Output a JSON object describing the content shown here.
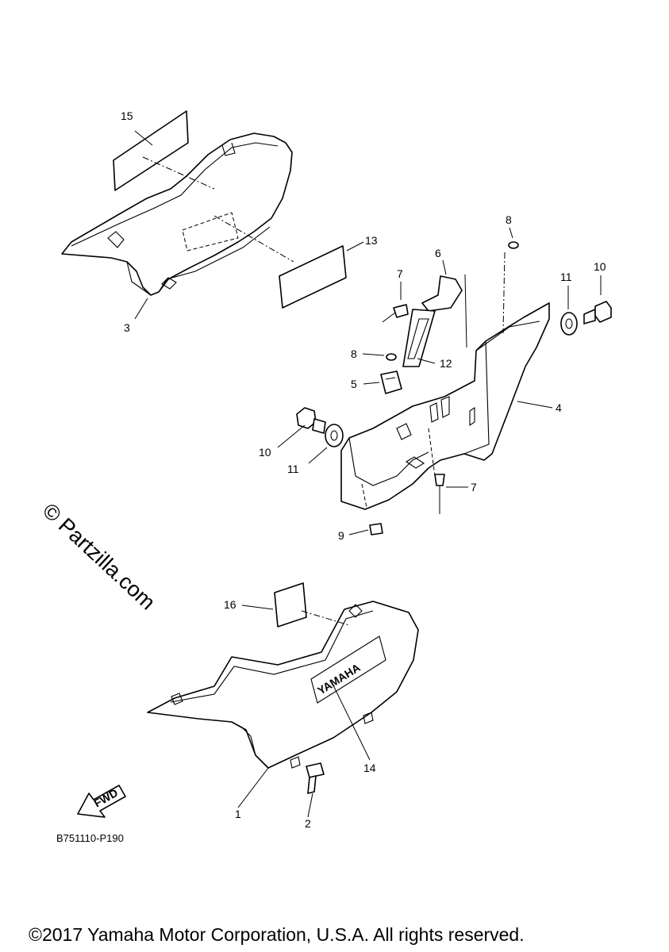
{
  "diagram": {
    "callouts": [
      {
        "id": "c15",
        "text": "15"
      },
      {
        "id": "c3",
        "text": "3"
      },
      {
        "id": "c13",
        "text": "13"
      },
      {
        "id": "c6",
        "text": "6"
      },
      {
        "id": "c7a",
        "text": "7"
      },
      {
        "id": "c8a",
        "text": "8"
      },
      {
        "id": "c11a",
        "text": "11"
      },
      {
        "id": "c10a",
        "text": "10"
      },
      {
        "id": "c8b",
        "text": "8"
      },
      {
        "id": "c12",
        "text": "12"
      },
      {
        "id": "c5",
        "text": "5"
      },
      {
        "id": "c4",
        "text": "4"
      },
      {
        "id": "c10b",
        "text": "10"
      },
      {
        "id": "c11b",
        "text": "11"
      },
      {
        "id": "c7b",
        "text": "7"
      },
      {
        "id": "c9",
        "text": "9"
      },
      {
        "id": "c16",
        "text": "16"
      },
      {
        "id": "c14",
        "text": "14"
      },
      {
        "id": "c1",
        "text": "1"
      },
      {
        "id": "c2",
        "text": "2"
      }
    ],
    "fwd_arrow_text": "FWD",
    "emblem_text": "YAMAHA",
    "diagram_code": "B751110-P190",
    "watermark": "© Partzilla.com",
    "copyright": "©2017 Yamaha Motor Corporation, U.S.A. All rights reserved."
  }
}
